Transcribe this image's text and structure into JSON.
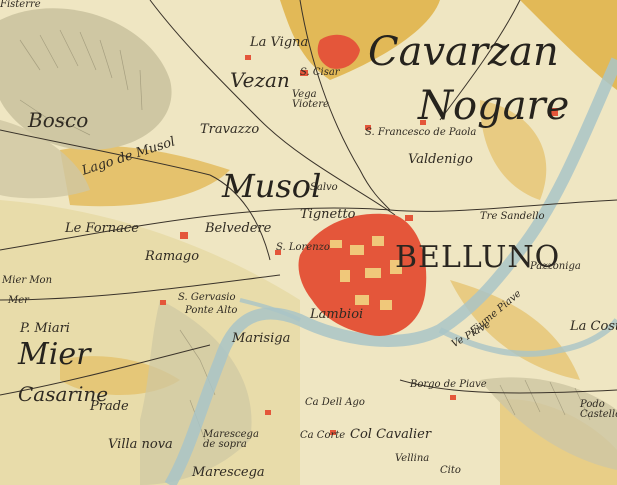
{
  "map": {
    "colors": {
      "paper": "#efe6c2",
      "field": "#e8dcaa",
      "ochre": "#e2b957",
      "hill": "#cfc7a3",
      "river": "#a9c4c7",
      "city": "#e4563a",
      "ink": "#2f2a22"
    },
    "labels": {
      "cavarzan": "Cavarzan",
      "nogare": "Nogare",
      "belluno": "BELLUNO",
      "musol": "Musol",
      "mier": "Mier",
      "vezan": "Vezan",
      "la_vigna": "La Vigna",
      "bosco": "Bosco",
      "travazzo": "Travazzo",
      "lago_musol": "Lago de Musol",
      "vega_viotere": "Vega Viotere",
      "s_cisar": "S. Cisar",
      "s_francesco": "S. Francesco de Paola",
      "valdenigo": "Valdenigo",
      "le_fornace": "Le Fornace",
      "belvedere": "Belvedere",
      "tignetto": "Tignetto",
      "s_lorenzo": "S. Lorenzo",
      "ramago": "Ramago",
      "s_gervasio": "S. Gervasio",
      "ponte_alto": "Ponte Alto",
      "lambioi": "Lambioi",
      "marisiga": "Marisiga",
      "p_miari": "P. Miari",
      "casarine": "Casarine",
      "prade": "Prade",
      "villa_nova": "Villa nova",
      "marescega": "Marescega",
      "marescega_sopra": "Marescega de sopra",
      "ca_dell_ago": "Ca Dell Ago",
      "ca_corte": "Ca Corte",
      "col_cavalier": "Col Cavalier",
      "borgo_piave": "Borgo de Piave",
      "la_costa": "La Costa",
      "fisterre": "Fisterre",
      "mier_monte": "Mier Mon",
      "pazzoniga": "Pazzoniga",
      "tre_sandello": "Tre Sandello",
      "salvo": "Salvo",
      "fiume_piave": "Fiume Piave",
      "vellina": "Vellina",
      "cito": "Cito",
      "podo_castello": "Podo Castello",
      "mer": "Mer",
      "ve_piave": "Ve Piave"
    }
  }
}
